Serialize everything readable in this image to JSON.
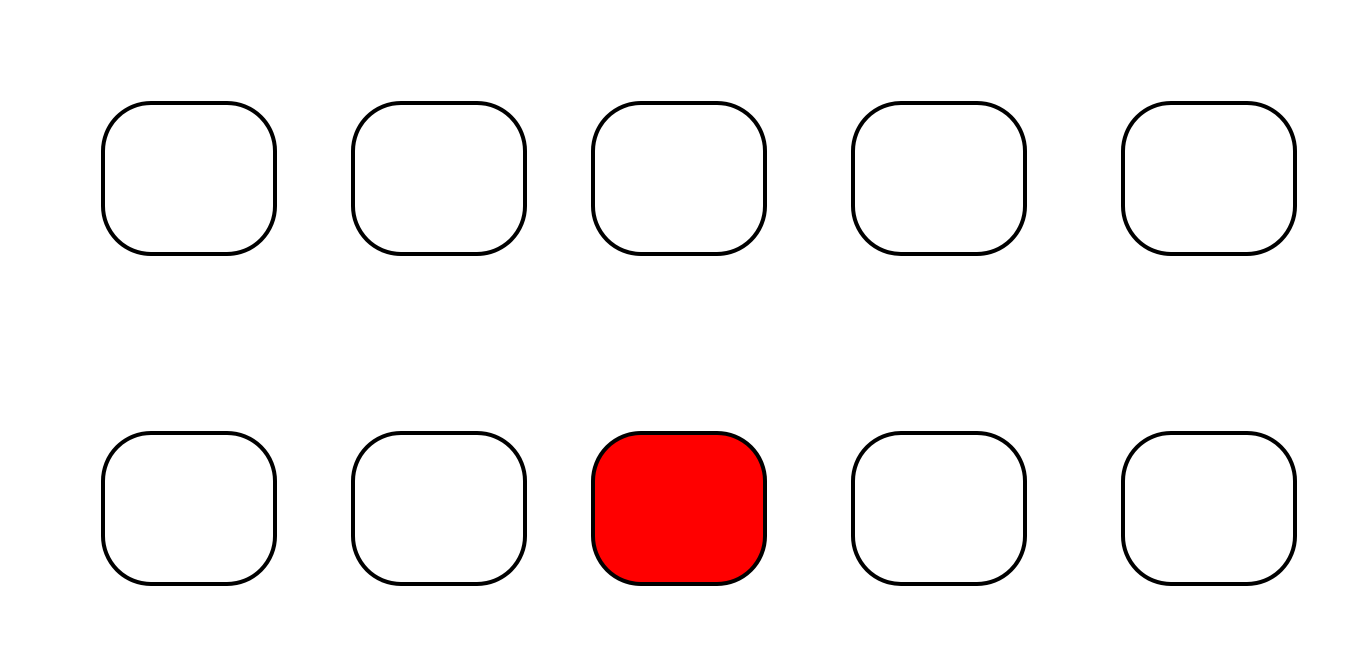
{
  "tiles": [
    {
      "id": "r1c1",
      "filled": false
    },
    {
      "id": "r1c2",
      "filled": false
    },
    {
      "id": "r1c3",
      "filled": false
    },
    {
      "id": "r1c4",
      "filled": false
    },
    {
      "id": "r1c5",
      "filled": false
    },
    {
      "id": "r2c1",
      "filled": false
    },
    {
      "id": "r2c2",
      "filled": false
    },
    {
      "id": "r2c3",
      "filled": true
    },
    {
      "id": "r2c4",
      "filled": false
    },
    {
      "id": "r2c5",
      "filled": false
    }
  ],
  "colors": {
    "background": "#ffffff",
    "tile_empty": "#ffffff",
    "tile_filled": "#ff0000",
    "tile_border": "#000000"
  }
}
